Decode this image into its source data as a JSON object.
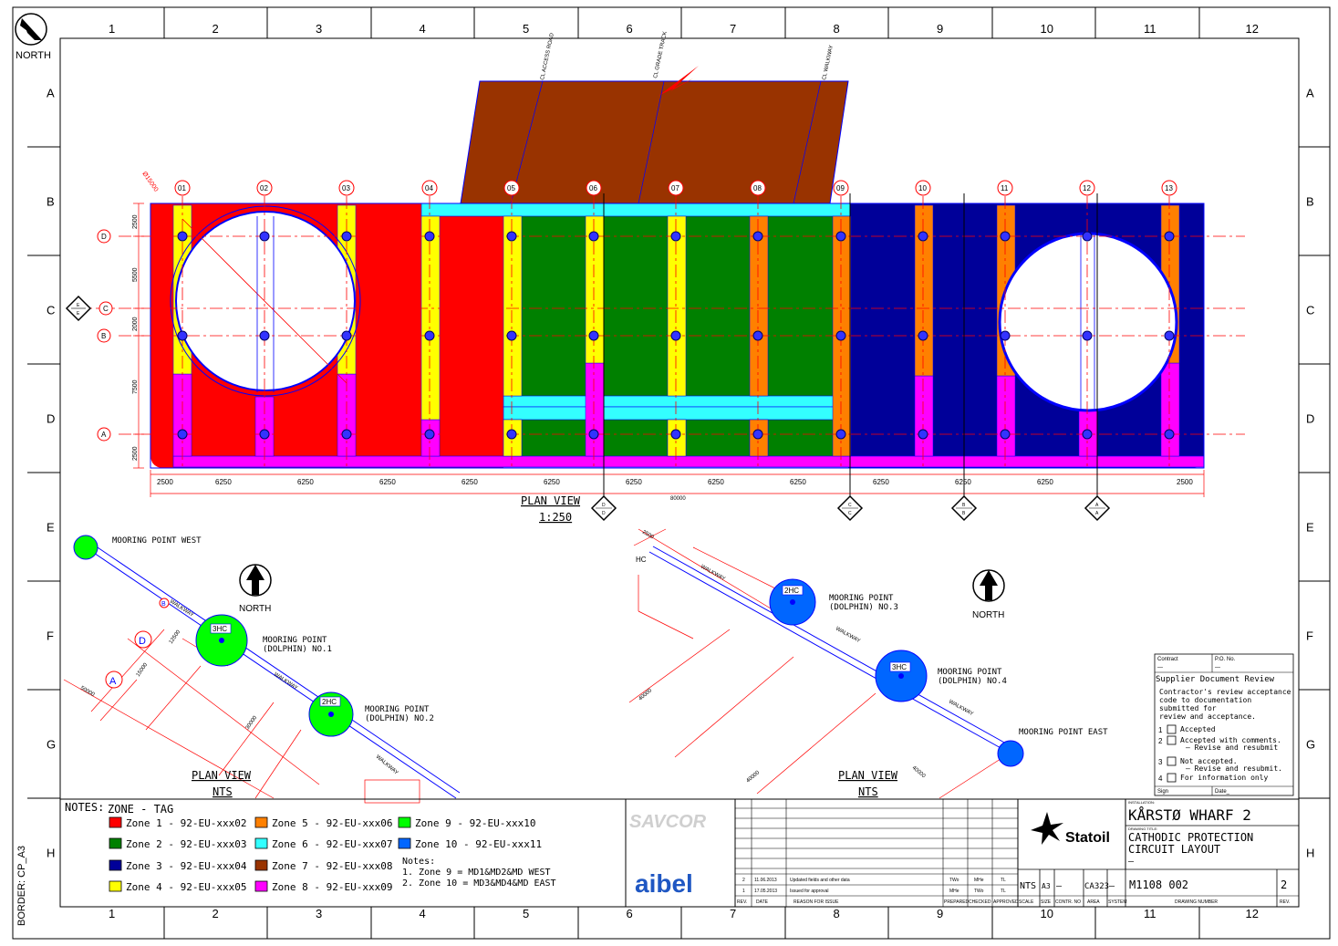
{
  "north_label": "NORTH",
  "border": {
    "columns": [
      "1",
      "2",
      "3",
      "4",
      "5",
      "6",
      "7",
      "8",
      "9",
      "10",
      "11",
      "12"
    ],
    "rows": [
      "A",
      "B",
      "C",
      "D",
      "E",
      "F",
      "G",
      "H"
    ],
    "side_label": "BORDER: CP_A3"
  },
  "plan": {
    "title": "PLAN VIEW",
    "scale": "1:250",
    "grid_labels": [
      "01",
      "02",
      "03",
      "04",
      "05",
      "06",
      "07",
      "08",
      "09",
      "10",
      "11",
      "12",
      "13"
    ],
    "row_labels": [
      "D",
      "C",
      "B",
      "A"
    ],
    "vertical_dims": [
      "2500",
      "5500",
      "2000",
      "7500",
      "2500"
    ],
    "horizontal_dims": [
      "2500",
      "6250",
      "6250",
      "6250",
      "6250",
      "6250",
      "6250",
      "6250",
      "6250",
      "6250",
      "6250",
      "6250",
      "2500"
    ],
    "overall": "80000",
    "diameter": "Ø15000",
    "cl_labels": [
      "CL ACCESS ROAD",
      "CL GRADE TRACK",
      "CL WALKWAY"
    ],
    "section_marks": [
      {
        "top": "D",
        "bot": "D"
      },
      {
        "top": "C",
        "bot": "C"
      },
      {
        "top": "B",
        "bot": "B"
      },
      {
        "top": "A",
        "bot": "A"
      },
      {
        "top": "E",
        "bot": "E"
      }
    ]
  },
  "west_view": {
    "title": "PLAN VIEW",
    "scale": "NTS",
    "north": "NORTH",
    "mooring_west": "MOORING POINT WEST",
    "dolphin1": [
      "MOORING POINT",
      "(DOLPHIN) NO.1"
    ],
    "dolphin2": [
      "MOORING POINT",
      "(DOLPHIN) NO.2"
    ],
    "tag1": "3HC",
    "tag2": "2HC",
    "walkway": "WALKWAY",
    "dims": [
      "12500",
      "15000",
      "50000",
      "30000"
    ],
    "circles": [
      "D",
      "A"
    ],
    "b_label": "B"
  },
  "east_view": {
    "title": "PLAN VIEW",
    "scale": "NTS",
    "north": "NORTH",
    "dolphin3": [
      "MOORING POINT",
      "(DOLPHIN) NO.3"
    ],
    "dolphin4": [
      "MOORING POINT",
      "(DOLPHIN) NO.4"
    ],
    "mooring_east": "MOORING POINT EAST",
    "tag3": "2HC",
    "tag4": "3HC",
    "walkway": "WALKWAY",
    "dims": [
      "2500",
      "40000",
      "40000",
      "40000"
    ],
    "hc": "HC"
  },
  "legend": {
    "notes_title": "NOTES:",
    "zone_tag": "ZONE - TAG",
    "zones": [
      {
        "label": "Zone 1 - 92-EU-xxx02",
        "color": "#ff0000"
      },
      {
        "label": "Zone 2 - 92-EU-xxx03",
        "color": "#008000"
      },
      {
        "label": "Zone 3 - 92-EU-xxx04",
        "color": "#000099"
      },
      {
        "label": "Zone 4 - 92-EU-xxx05",
        "color": "#ffff00"
      },
      {
        "label": "Zone 5 - 92-EU-xxx06",
        "color": "#ff8000"
      },
      {
        "label": "Zone 6 - 92-EU-xxx07",
        "color": "#33ffff"
      },
      {
        "label": "Zone 7 - 92-EU-xxx08",
        "color": "#993300"
      },
      {
        "label": "Zone 8 - 92-EU-xxx09",
        "color": "#ff00ff"
      },
      {
        "label": "Zone 9 - 92-EU-xxx10",
        "color": "#00ff00"
      },
      {
        "label": "Zone 10 - 92-EU-xxx11",
        "color": "#0066ff"
      }
    ],
    "notes_head": "Notes:",
    "note1": "1. Zone 9 = MD1&MD2&MD WEST",
    "note2": "2. Zone 10 = MD3&MD4&MD EAST"
  },
  "title_block": {
    "savcor": "SAVCOR",
    "aibel": "aibel",
    "revisions": [
      {
        "rev": "2",
        "date": "11.06.2013",
        "reason": "Updated fields and other data",
        "prep": "TWo",
        "chk": "MHe",
        "app": "TL"
      },
      {
        "rev": "1",
        "date": "17.05.2013",
        "reason": "Issued for approval",
        "prep": "MHe",
        "chk": "TWo",
        "app": "TL"
      }
    ],
    "rev_headers": [
      "REV.",
      "DATE",
      "REASON FOR ISSUE",
      "PREPARED",
      "CHECKED",
      "APPROVED"
    ],
    "statoil": "Statoil",
    "installation_label": "INSTALLATION:",
    "installation": "KÅRSTØ  WHARF 2",
    "drawing_title_label": "DRAWING TITLE:",
    "drawing_title_1": "CATHODIC PROTECTION",
    "drawing_title_2": "CIRCUIT LAYOUT",
    "drawing_title_3": "—",
    "scale_val": "NTS",
    "size_val": "A3",
    "contr": "—",
    "area": "CA323",
    "system": "—",
    "drawing_number": "M1108 002",
    "rev_val": "2",
    "foot_headers": [
      "SCALE",
      "SIZE",
      "CONTR. NO",
      "AREA",
      "SYSTEM",
      "DRAWING NUMBER",
      "REV."
    ]
  },
  "review": {
    "contract": "Contract",
    "po": "P.O. No.",
    "dash": "—",
    "title": "Supplier Document Review",
    "text": [
      "Contractor's review acceptance",
      "code to documentation",
      "submitted for",
      "review and acceptance."
    ],
    "items": [
      {
        "n": "1",
        "t": "Accepted"
      },
      {
        "n": "2",
        "t": "Accepted with comments.",
        "t2": "— Revise and resubmit"
      },
      {
        "n": "3",
        "t": "Not accepted.",
        "t2": "— Revise and resubmit."
      },
      {
        "n": "4",
        "t": "For information only"
      }
    ],
    "sign": "Sign",
    "date": "Date_"
  }
}
